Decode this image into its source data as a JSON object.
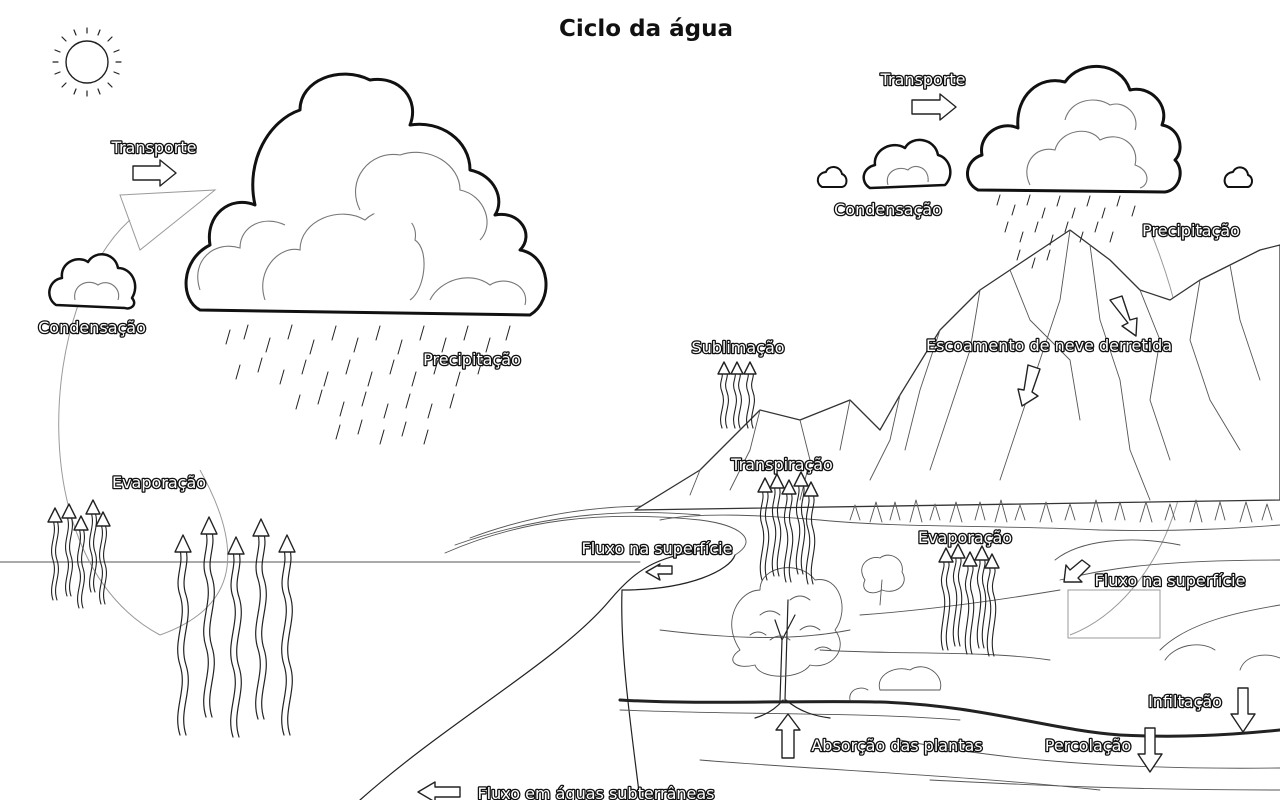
{
  "diagram": {
    "title": "Ciclo da água",
    "labels": {
      "transport_left": "Transporte",
      "transport_right": "Transporte",
      "condensation_left": "Condensação",
      "condensation_right": "Condensação",
      "precipitation_left": "Precipitação",
      "precipitation_right": "Precipitação",
      "sublimation": "Sublimação",
      "snowmelt_runoff": "Escoamento de neve derretida",
      "evaporation_left": "Evaporação",
      "transpiration": "Transpiração",
      "surface_flow_left": "Fluxo na superfície",
      "evaporation_right": "Evaporação",
      "surface_flow_right": "Fluxo na superfície",
      "infiltration": "Infiltação",
      "plant_uptake": "Absorção das plantas",
      "percolation": "Percolação",
      "groundwater_flow": "Fluxo em águas subterrâneas"
    },
    "icons": {
      "sun": "sun-icon",
      "cloud": "cloud-icon",
      "arrow": "arrow-icon",
      "tree": "tree-icon",
      "mountain": "mountain-icon"
    }
  }
}
